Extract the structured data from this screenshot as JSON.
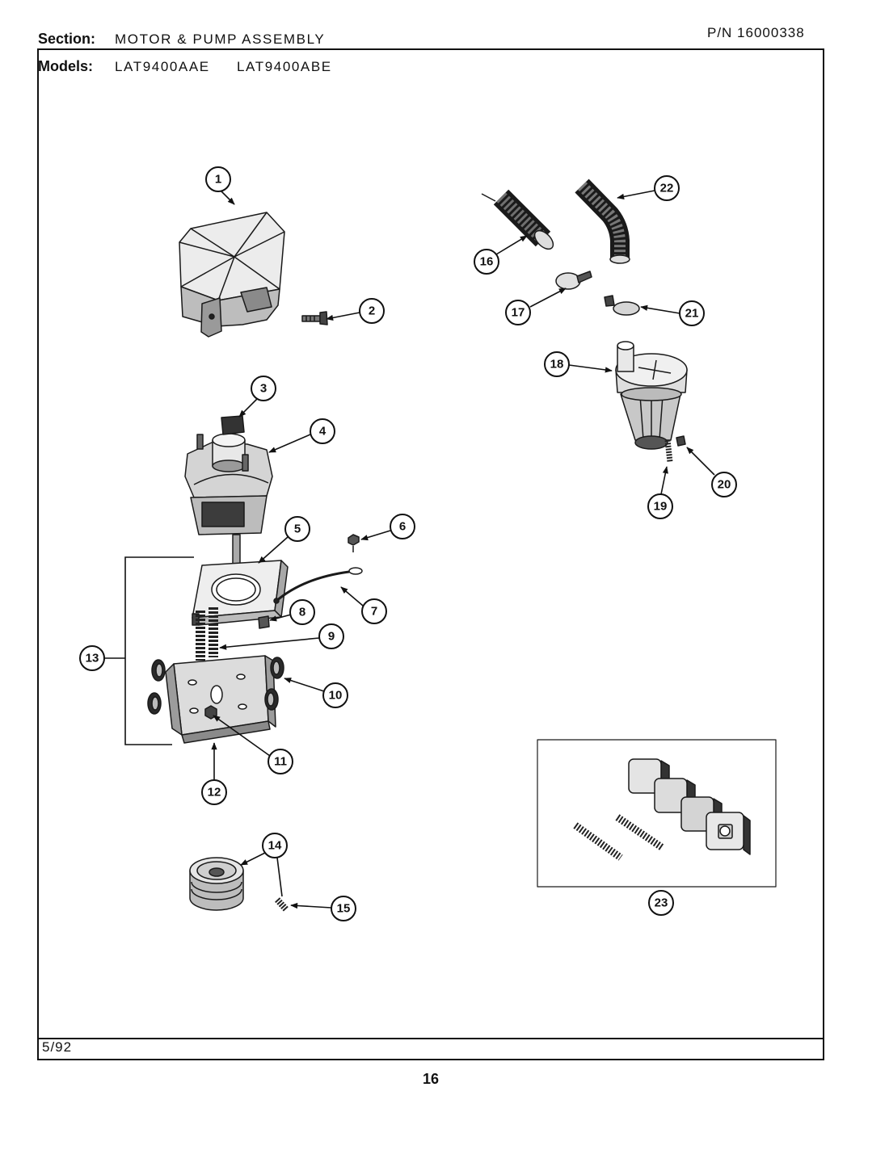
{
  "header": {
    "section_label": "Section:",
    "section_title": "MOTOR & PUMP ASSEMBLY",
    "part_number": "P/N 16000338",
    "models_label": "Models:",
    "models": [
      "LAT9400AAE",
      "LAT9400ABE"
    ]
  },
  "callouts": [
    "1",
    "2",
    "3",
    "4",
    "5",
    "6",
    "7",
    "8",
    "9",
    "10",
    "11",
    "12",
    "13",
    "14",
    "15",
    "16",
    "17",
    "18",
    "19",
    "20",
    "21",
    "22",
    "23"
  ],
  "footer": {
    "date": "5/92"
  },
  "page_number": "16"
}
